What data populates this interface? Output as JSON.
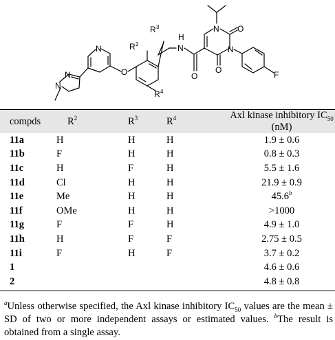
{
  "structure": {
    "atoms": [
      "N",
      "N",
      "N",
      "O",
      "R",
      "2",
      "R",
      "3",
      "R",
      "4",
      "H",
      "N",
      "O",
      "N",
      "O",
      "N",
      "O",
      "F"
    ]
  },
  "table": {
    "headers": {
      "compds": "compds",
      "r2": "R",
      "r2_sup": "2",
      "r3": "R",
      "r3_sup": "3",
      "r4": "R",
      "r4_sup": "4",
      "ic50_pre": "Axl kinase inhibitory IC",
      "ic50_sub": "50",
      "ic50_post": " (nM)"
    },
    "rows": [
      {
        "compd": "11a",
        "r2": "H",
        "r3": "H",
        "r4": "H",
        "ic50": "1.9 ± 0.6",
        "note": ""
      },
      {
        "compd": "11b",
        "r2": "F",
        "r3": "H",
        "r4": "H",
        "ic50": "0.8 ± 0.3",
        "note": ""
      },
      {
        "compd": "11c",
        "r2": "H",
        "r3": "F",
        "r4": "H",
        "ic50": "5.5 ± 1.6",
        "note": ""
      },
      {
        "compd": "11d",
        "r2": "Cl",
        "r3": "H",
        "r4": "H",
        "ic50": "21.9 ± 0.9",
        "note": ""
      },
      {
        "compd": "11e",
        "r2": "Me",
        "r3": "H",
        "r4": "H",
        "ic50": "45.6",
        "note": "b"
      },
      {
        "compd": "11f",
        "r2": "OMe",
        "r3": "H",
        "r4": "H",
        "ic50": ">1000",
        "note": ""
      },
      {
        "compd": "11g",
        "r2": "F",
        "r3": "F",
        "r4": "H",
        "ic50": "4.9 ± 1.0",
        "note": ""
      },
      {
        "compd": "11h",
        "r2": "H",
        "r3": "F",
        "r4": "F",
        "ic50": "2.75 ± 0.5",
        "note": ""
      },
      {
        "compd": "11i",
        "r2": "F",
        "r3": "H",
        "r4": "F",
        "ic50": "3.7 ± 0.2",
        "note": ""
      },
      {
        "compd": "1",
        "r2": "",
        "r3": "",
        "r4": "",
        "ic50": "4.6 ± 0.6",
        "note": ""
      },
      {
        "compd": "2",
        "r2": "",
        "r3": "",
        "r4": "",
        "ic50": "4.8 ± 0.8",
        "note": ""
      }
    ]
  },
  "footnote": {
    "a_mark": "a",
    "a_text_1": "Unless otherwise specified, the Axl kinase inhibitory IC",
    "a_sub": "50",
    "a_text_2": " values are the mean ± SD of two or more independent assays or estimated values. ",
    "b_mark": "b",
    "b_text": "The result is obtained from a single assay."
  }
}
